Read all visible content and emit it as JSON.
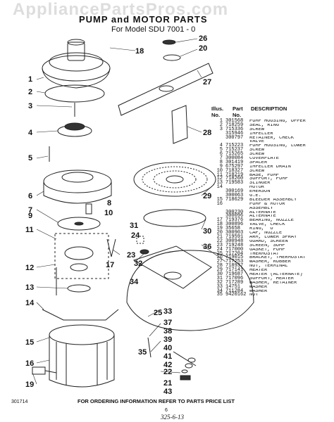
{
  "watermark": "AppliancePartsPros.com",
  "title": "PUMP and MOTOR PARTS",
  "subtitle": "For Model SDU 7001 - 0",
  "callouts": [
    "1",
    "2",
    "3",
    "4",
    "5",
    "6",
    "7",
    "8",
    "9",
    "10",
    "11",
    "12",
    "13",
    "14",
    "15",
    "16",
    "17",
    "18",
    "19",
    "20",
    "21",
    "22",
    "23",
    "24",
    "25",
    "26",
    "27",
    "28",
    "29",
    "30",
    "31",
    "32",
    "33",
    "34",
    "35",
    "36",
    "37",
    "38",
    "39",
    "40",
    "41",
    "42",
    "43"
  ],
  "table": {
    "header_ill": "Illus. No.",
    "header_part": "Part No.",
    "header_desc": "DESCRIPTION",
    "rows": [
      {
        "n": "1",
        "p": "301568",
        "d": "PUMP HOUSING, UPPER"
      },
      {
        "n": "2",
        "p": "718259",
        "d": "SEAL, RING"
      },
      {
        "n": "3",
        "p": "715336",
        "d": "SCREW"
      },
      {
        "n": "",
        "p": "315946",
        "d": "IMPELLER"
      },
      {
        "n": "",
        "p": "300797",
        "d": "RETAINER, CHECK"
      },
      {
        "n": "",
        "p": "",
        "d": "VALVE"
      },
      {
        "n": "4",
        "p": "715223",
        "d": "PUMP HOUSING, LOWER"
      },
      {
        "n": "5",
        "p": "715237",
        "d": "SCREW"
      },
      {
        "n": "6",
        "p": "715265",
        "d": "SCREW"
      },
      {
        "n": "7",
        "p": "300084",
        "d": "COVERPLATE"
      },
      {
        "n": "8",
        "p": "301419",
        "d": "SPACER"
      },
      {
        "n": "9",
        "p": "675297",
        "d": "IMPELLER DRAIN"
      },
      {
        "n": "10",
        "p": "718327",
        "d": "SCREW"
      },
      {
        "n": "11",
        "p": "718219",
        "d": "BASE, PUMP"
      },
      {
        "n": "12",
        "p": "718260",
        "d": "SUPPORT, PUMP"
      },
      {
        "n": "13",
        "p": "719583",
        "d": "SLINGER"
      },
      {
        "n": "14",
        "p": "",
        "d": "MOTOR"
      },
      {
        "n": "",
        "p": "300169",
        "d": "EMERSON"
      },
      {
        "n": "",
        "p": "300063",
        "d": "G.E."
      },
      {
        "n": "15",
        "p": "718629",
        "d": "BLEEDER ASSEMBLY"
      },
      {
        "n": "16",
        "p": "",
        "d": "PUMP & MOTOR"
      },
      {
        "n": "",
        "p": "",
        "d": "ASSEMBLY"
      },
      {
        "n": "",
        "p": "300230",
        "d": "ALTERNATE"
      },
      {
        "n": "",
        "p": "300096",
        "d": "ALTERNATE"
      },
      {
        "n": "17",
        "p": "719376",
        "d": "BEARING, NOZZLE"
      },
      {
        "n": "18",
        "p": "300896",
        "d": "VALVE, CHECK"
      },
      {
        "n": "19",
        "p": "35658",
        "d": "RING, \"O\""
      },
      {
        "n": "20",
        "p": "300903",
        "d": "CAP, NOZZLE"
      },
      {
        "n": "21",
        "p": "719591",
        "d": "ARM, LOWER SPRAY"
      },
      {
        "n": "22",
        "p": "300948",
        "d": "GUARD, SCREEN"
      },
      {
        "n": "23",
        "p": "719248",
        "d": "SCREEN, SUMP"
      },
      {
        "n": "24",
        "p": "717000",
        "d": "GASKET, PUMP"
      },
      {
        "n": "25",
        "p": "717204",
        "d": "THERMOSTAT"
      },
      {
        "n": "26",
        "p": "719015",
        "d": "BRACKET, THERMOSTAT"
      },
      {
        "n": "27",
        "p": "717253",
        "d": "WASHER, RUBBER"
      },
      {
        "n": "28",
        "p": "718937",
        "d": "NUT, TERMINAL"
      },
      {
        "n": "29",
        "p": "717141",
        "d": "HEATER"
      },
      {
        "n": "30",
        "p": "719687",
        "d": "HEATER (ALTERNATE)"
      },
      {
        "n": "31",
        "p": "717096",
        "d": "SUPPORT, HEATER"
      },
      {
        "n": "32",
        "p": "717289",
        "d": "WASHER, RETAINER"
      },
      {
        "n": "33",
        "p": "14751",
        "d": "WASHER"
      },
      {
        "n": "34",
        "p": "711284",
        "d": "WASHER"
      },
      {
        "n": "35",
        "p": "9420162",
        "d": "NUT"
      }
    ]
  },
  "footer": "FOR ORDERING INFORMATION REFER TO PARTS PRICE LIST",
  "code": "301714",
  "page_num": "6",
  "handwritten": "325-6-13"
}
